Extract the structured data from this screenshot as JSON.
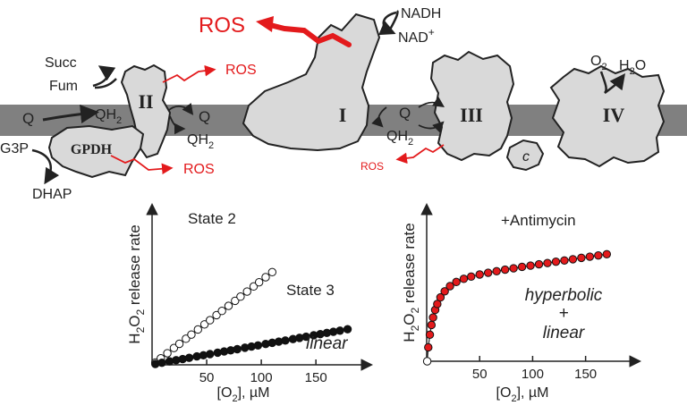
{
  "diagram": {
    "complexes": {
      "I": "I",
      "II": "II",
      "III": "III",
      "IV": "IV",
      "c": "c",
      "gpdh": "GPDH"
    },
    "labels": {
      "ros_large": "ROS",
      "nadh": "NADH",
      "nad_base": "NAD",
      "nad_sup": "+",
      "succ": "Succ",
      "fum": "Fum",
      "ros_ii": "ROS",
      "q_left": "Q",
      "qh_left": "QH",
      "sub2": "2",
      "q_ii": "Q",
      "qh_ii": "QH",
      "q_i": "Q",
      "qh_i": "QH",
      "g3p": "G3P",
      "dhap": "DHAP",
      "ros_gpdh": "ROS",
      "ros_iii": "ROS",
      "o2": "O",
      "h2o_h": "H",
      "h2o_o": "O"
    },
    "colors": {
      "membrane": "#808080",
      "protein": "#d9d9d9",
      "ros": "#e31a1c"
    }
  },
  "chart_data": [
    {
      "type": "scatter",
      "xlabel_base": "[O",
      "xlabel_sub": "2",
      "xlabel_rest": "], µM",
      "ylabel_a": "H",
      "ylabel_sub1": "2",
      "ylabel_b": "O",
      "ylabel_sub2": "2",
      "ylabel_c": " release rate",
      "xticks": [
        "50",
        "100",
        "150"
      ],
      "xlim": [
        0,
        190
      ],
      "ylim": [
        0,
        100
      ],
      "annotation": "linear",
      "series": [
        {
          "name": "State 2",
          "marker": "open",
          "x": [
            3,
            8,
            14,
            20,
            25,
            31,
            36,
            42,
            48,
            53,
            59,
            64,
            70,
            76,
            81,
            87,
            93,
            98,
            104,
            110
          ],
          "y": [
            1.6,
            4.5,
            8.0,
            11.6,
            14.5,
            18.0,
            20.9,
            24.4,
            27.9,
            30.8,
            34.3,
            37.2,
            40.7,
            44.2,
            47.1,
            50.6,
            54.1,
            57.0,
            60.5,
            64.0
          ]
        },
        {
          "name": "State 3",
          "marker": "filled",
          "x": [
            3,
            9,
            16,
            22,
            28,
            34,
            41,
            47,
            53,
            60,
            66,
            72,
            78,
            85,
            91,
            97,
            104,
            110,
            116,
            122,
            129,
            135,
            141,
            148,
            154,
            160,
            166,
            172,
            179
          ],
          "y": [
            0.6,
            1.4,
            2.4,
            3.2,
            4.0,
            4.8,
            5.8,
            6.6,
            7.4,
            8.4,
            9.2,
            10.0,
            10.8,
            11.8,
            12.6,
            13.4,
            14.4,
            15.2,
            16.0,
            16.8,
            17.8,
            18.6,
            19.4,
            20.4,
            21.2,
            22.0,
            22.8,
            23.6,
            24.6
          ]
        }
      ]
    },
    {
      "type": "scatter",
      "xlabel_base": "[O",
      "xlabel_sub": "2",
      "xlabel_rest": "], µM",
      "ylabel_a": "H",
      "ylabel_sub1": "2",
      "ylabel_b": "O",
      "ylabel_sub2": "2",
      "ylabel_c": " release rate",
      "xticks": [
        "50",
        "100",
        "150"
      ],
      "xlim": [
        0,
        190
      ],
      "ylim": [
        0,
        100
      ],
      "annotation_lines": [
        "hyperbolic",
        "+",
        "linear"
      ],
      "series": [
        {
          "name": "+Antimycin",
          "marker": "filled-red",
          "x": [
            0.5,
            1.5,
            3,
            4.5,
            6,
            8,
            10,
            13,
            17,
            22,
            28,
            35,
            42,
            50,
            58,
            66,
            74,
            82,
            90,
            98,
            106,
            114,
            122,
            130,
            138,
            146,
            154,
            162,
            170
          ],
          "y": [
            0,
            8,
            15.3,
            20.9,
            25.2,
            29.6,
            33.0,
            36.8,
            40.3,
            43.3,
            45.7,
            47.5,
            48.8,
            50.0,
            51.0,
            51.9,
            52.8,
            53.6,
            54.4,
            55.1,
            55.9,
            56.6,
            57.4,
            58.1,
            58.8,
            59.6,
            60.3,
            61.0,
            61.7
          ]
        }
      ]
    }
  ]
}
